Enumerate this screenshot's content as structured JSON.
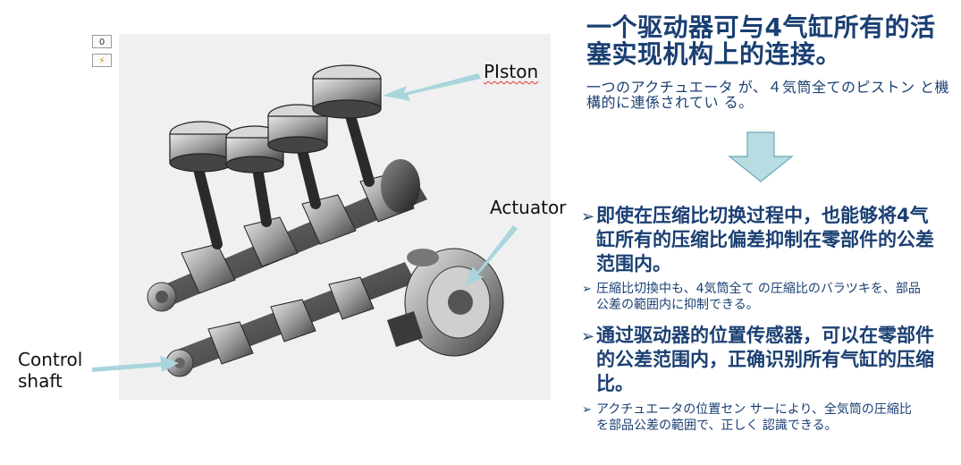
{
  "controls": {
    "counter": "0",
    "flash_icon": "lightning-icon"
  },
  "labels": {
    "piston": "PIston",
    "actuator": "Actuator",
    "control_shaft_line1": "Control",
    "control_shaft_line2": "shaft"
  },
  "title": "一个驱动器可与4气缸所有的活塞实现机构上的连接。",
  "subtitle": "一つのアクチュエータ が、４気筒全てのピストン と機構的に連係されてい る。",
  "bullets": [
    {
      "marker": "➢",
      "text": "即使在压缩比切换过程中，也能够将4气缸所有的压缩比偏差抑制在零部件的公差范围内。"
    },
    {
      "marker": "➢",
      "text": "圧縮比切換中も、4気筒全て の圧縮比のバラツキを、部品 公差の範囲内に抑制できる。"
    },
    {
      "marker": "➢",
      "text": "通过驱动器的位置传感器，可以在零部件的公差范围内，正确识别所有气缸的压缩比。"
    },
    {
      "marker": "➢",
      "text": "アクチュエータの位置セン サーにより、全気筒の圧縮比 を部品公差の範囲で、正しく 認識できる。"
    }
  ],
  "colors": {
    "heading_blue": "#1a3f72",
    "callout_arrow": "#a9d5dc",
    "down_arrow_fill": "#b7dde2",
    "down_arrow_stroke": "#6aa8b5"
  }
}
